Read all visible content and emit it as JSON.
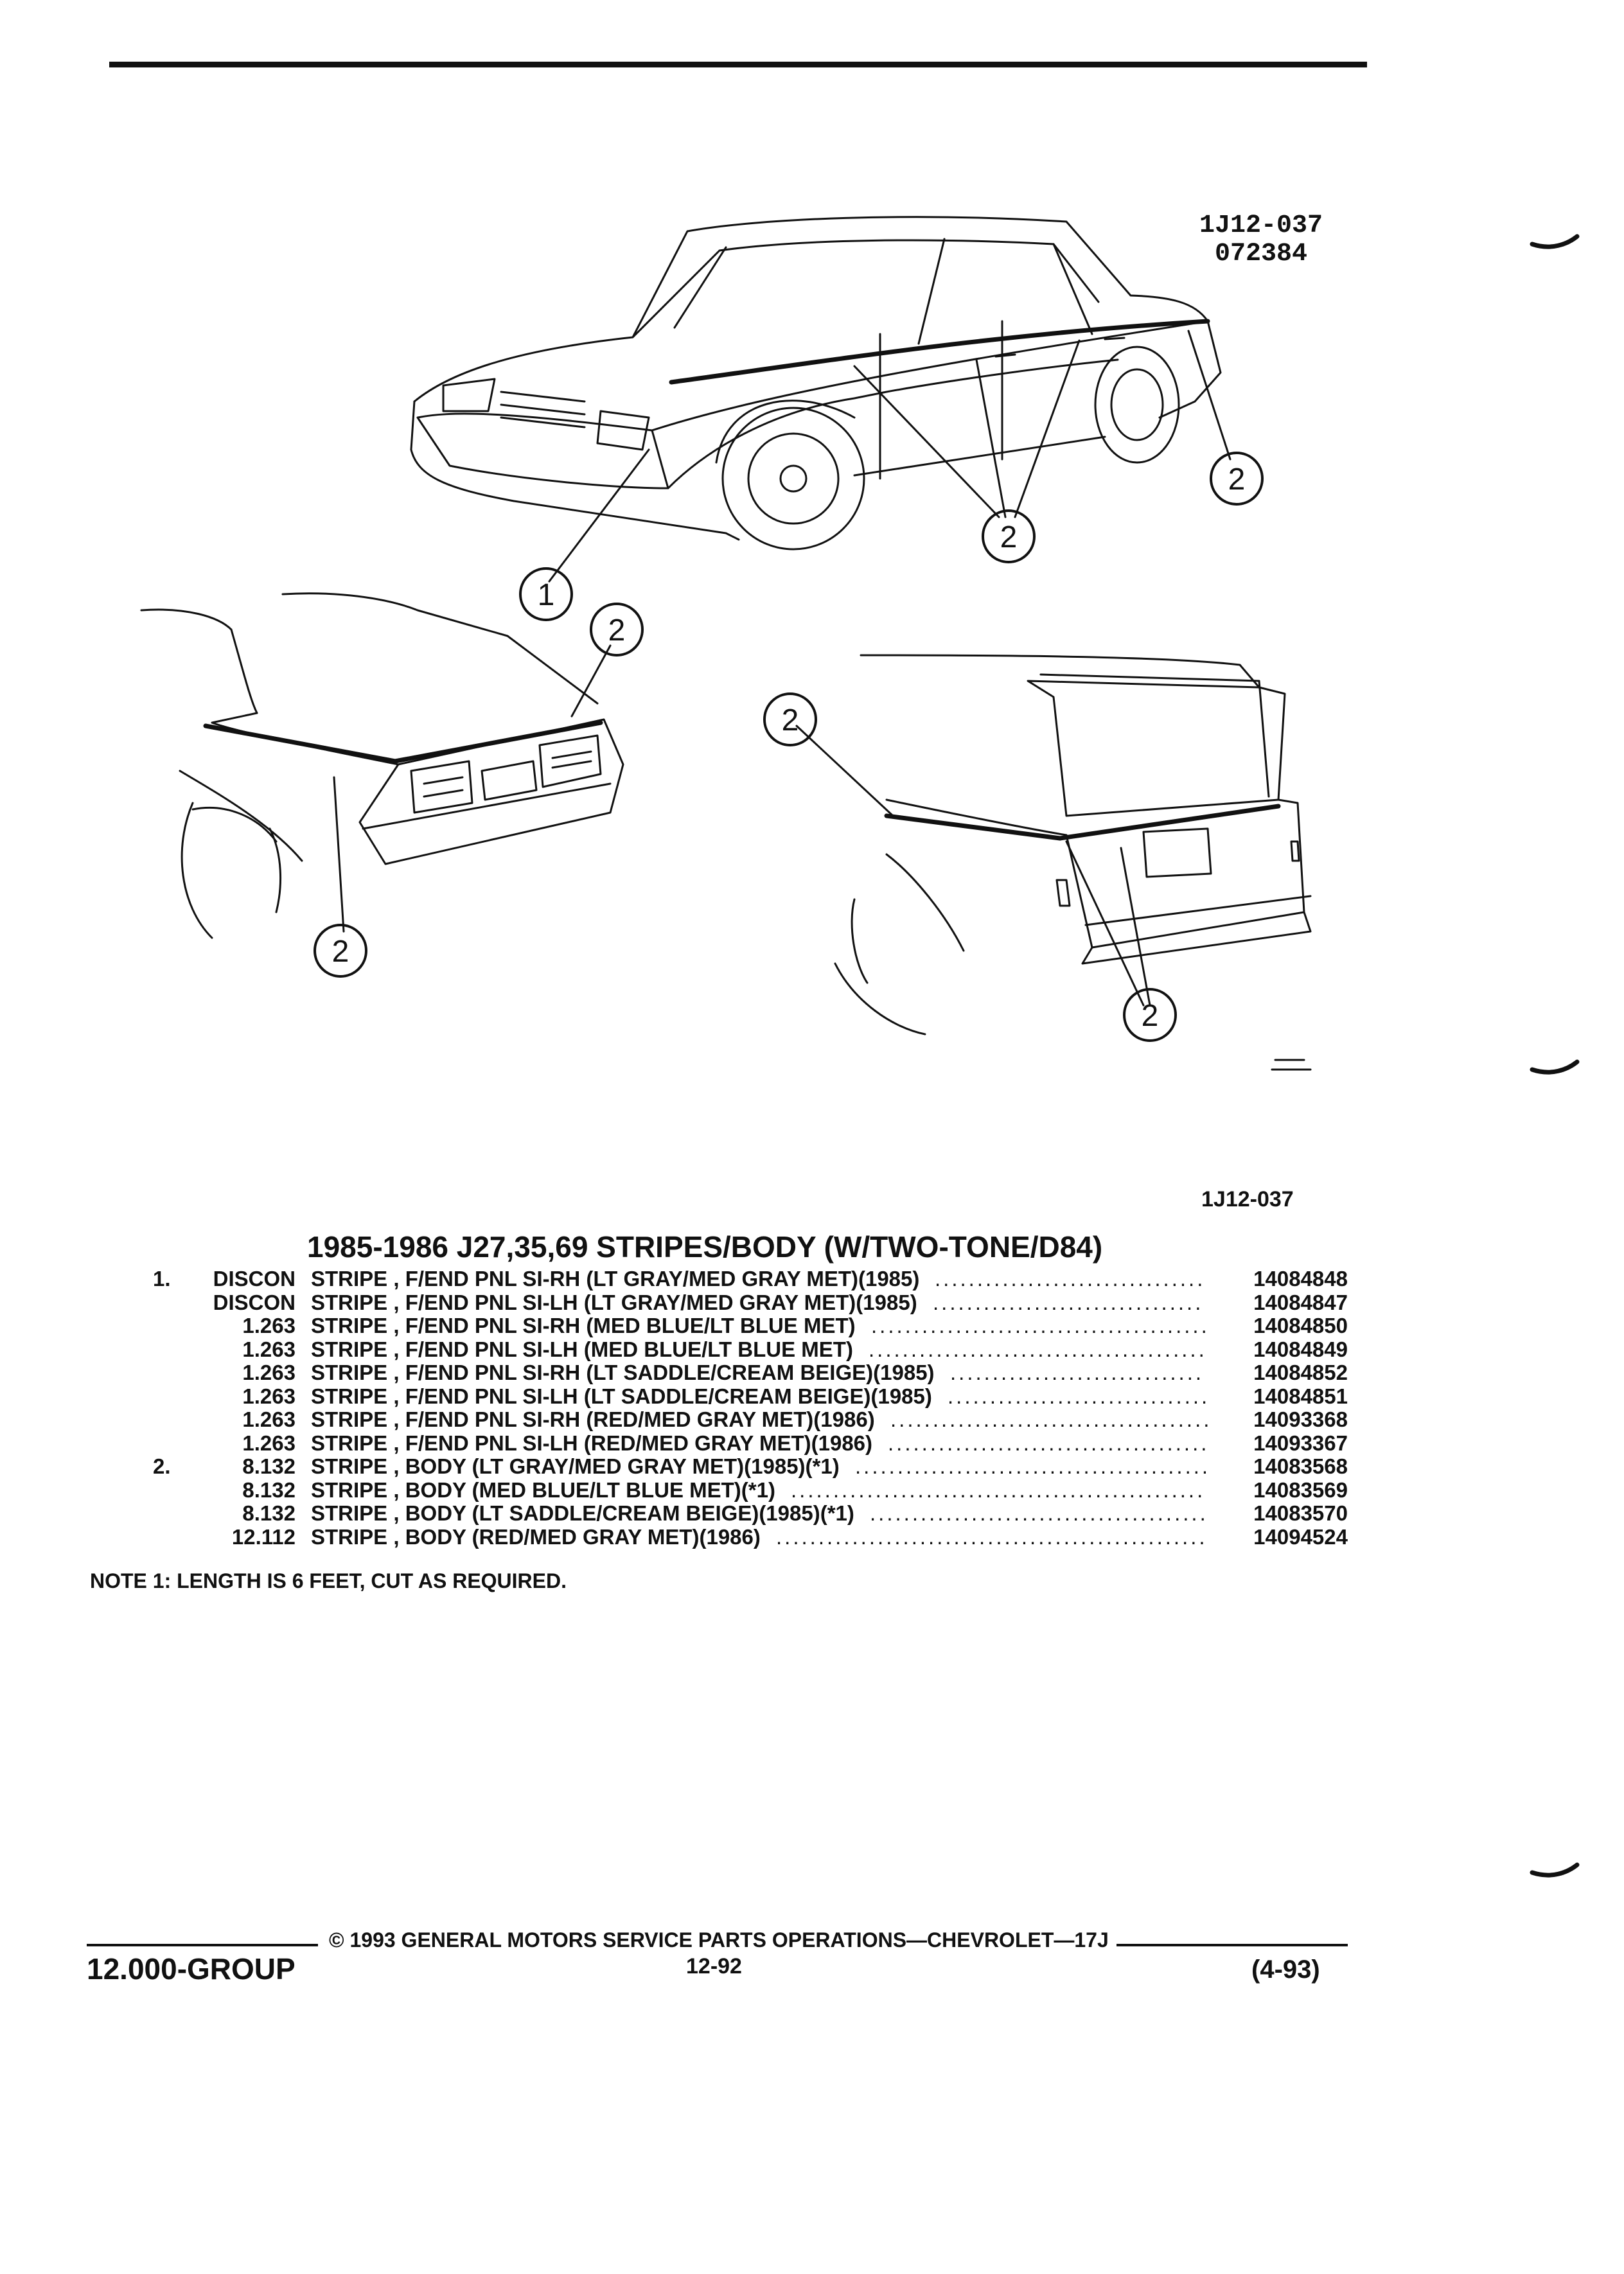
{
  "figure": {
    "ref_code": "1J12-037",
    "ref_date": "072384",
    "bottom_code": "1J12-037",
    "callouts": {
      "one": "1",
      "two": "2"
    }
  },
  "parts": {
    "title": "1985-1986 J27,35,69 STRIPES/BODY (W/TWO-TONE/D84)",
    "rows": [
      {
        "item": "1.",
        "qty": "DISCON",
        "desc": "STRIPE , F/END PNL SI-RH (LT GRAY/MED GRAY MET)(1985)",
        "pn": "14084848"
      },
      {
        "item": "",
        "qty": "DISCON",
        "desc": "STRIPE , F/END PNL SI-LH (LT GRAY/MED GRAY MET)(1985)",
        "pn": "14084847"
      },
      {
        "item": "",
        "qty": "1.263",
        "desc": "STRIPE , F/END PNL SI-RH (MED BLUE/LT BLUE MET)",
        "pn": "14084850"
      },
      {
        "item": "",
        "qty": "1.263",
        "desc": "STRIPE , F/END PNL SI-LH (MED BLUE/LT BLUE MET)",
        "pn": "14084849"
      },
      {
        "item": "",
        "qty": "1.263",
        "desc": "STRIPE , F/END PNL SI-RH (LT SADDLE/CREAM BEIGE)(1985)",
        "pn": "14084852"
      },
      {
        "item": "",
        "qty": "1.263",
        "desc": "STRIPE , F/END PNL SI-LH (LT SADDLE/CREAM BEIGE)(1985)",
        "pn": "14084851"
      },
      {
        "item": "",
        "qty": "1.263",
        "desc": "STRIPE , F/END PNL SI-RH (RED/MED GRAY MET)(1986)",
        "pn": "14093368"
      },
      {
        "item": "",
        "qty": "1.263",
        "desc": "STRIPE , F/END PNL SI-LH (RED/MED GRAY MET)(1986)",
        "pn": "14093367"
      },
      {
        "item": "2.",
        "qty": "8.132",
        "desc": "STRIPE , BODY (LT GRAY/MED GRAY MET)(1985)(*1)",
        "pn": "14083568"
      },
      {
        "item": "",
        "qty": "8.132",
        "desc": "STRIPE , BODY (MED BLUE/LT BLUE MET)(*1)",
        "pn": "14083569"
      },
      {
        "item": "",
        "qty": "8.132",
        "desc": "STRIPE , BODY (LT SADDLE/CREAM BEIGE)(1985)(*1)",
        "pn": "14083570"
      },
      {
        "item": "",
        "qty": "12.112",
        "desc": "STRIPE , BODY (RED/MED GRAY MET)(1986)",
        "pn": "14094524"
      }
    ]
  },
  "note": "NOTE  1:  LENGTH IS 6 FEET, CUT AS REQUIRED.",
  "footer": {
    "copyright": "© 1993 GENERAL MOTORS SERVICE PARTS OPERATIONS—CHEVROLET—17J",
    "group": "12.000-GROUP",
    "page": "12-92",
    "date": "(4-93)"
  }
}
